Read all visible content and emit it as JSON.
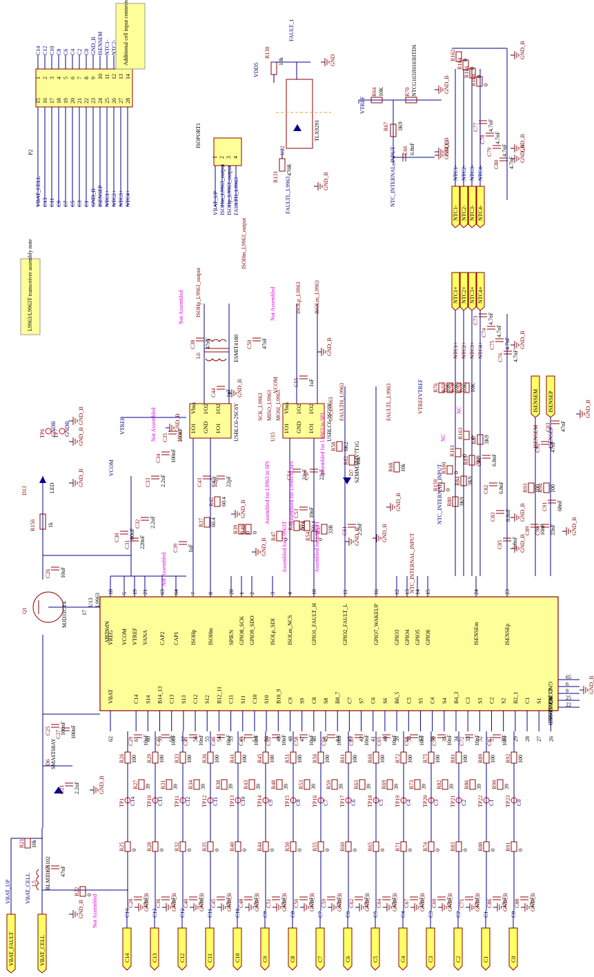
{
  "ic_u13": {
    "refdes": "U13",
    "part": "L9963",
    "left_pins": [
      {
        "num": "62",
        "name": "VBAT"
      },
      {
        "num": "61",
        "name": "C14"
      },
      {
        "num": "60",
        "name": "S14"
      },
      {
        "num": "59",
        "name": "B14_13"
      },
      {
        "num": "58",
        "name": "C13"
      },
      {
        "num": "57",
        "name": "S13"
      },
      {
        "num": "56",
        "name": "C12"
      },
      {
        "num": "55",
        "name": "S12"
      },
      {
        "num": "54",
        "name": "B12_11"
      },
      {
        "num": "53",
        "name": "C11"
      },
      {
        "num": "52",
        "name": "S11"
      },
      {
        "num": "51",
        "name": "C10"
      },
      {
        "num": "50",
        "name": "S10"
      },
      {
        "num": "49",
        "name": "B10_9"
      },
      {
        "num": "48",
        "name": "C9"
      },
      {
        "num": "47",
        "name": "S9"
      },
      {
        "num": "46",
        "name": "C8"
      },
      {
        "num": "45",
        "name": "S8"
      },
      {
        "num": "44",
        "name": "B8_7"
      },
      {
        "num": "43",
        "name": "C7"
      },
      {
        "num": "42",
        "name": "S7"
      },
      {
        "num": "41",
        "name": "C6"
      },
      {
        "num": "40",
        "name": "S6"
      },
      {
        "num": "39",
        "name": "B6_5"
      },
      {
        "num": "38",
        "name": "C5"
      },
      {
        "num": "37",
        "name": "S5"
      },
      {
        "num": "36",
        "name": "C4"
      },
      {
        "num": "35",
        "name": "S4"
      },
      {
        "num": "34",
        "name": "B4_3"
      },
      {
        "num": "33",
        "name": "C3"
      },
      {
        "num": "32",
        "name": "S3"
      },
      {
        "num": "31",
        "name": "C2"
      },
      {
        "num": "30",
        "name": "S2"
      },
      {
        "num": "29",
        "name": "B2_1"
      },
      {
        "num": "28",
        "name": "C1"
      },
      {
        "num": "27",
        "name": "S1"
      },
      {
        "num": "26",
        "name": "C0"
      }
    ],
    "right_pins": [
      {
        "num": "18",
        "name": "VREG"
      },
      {
        "num": "5",
        "name": "VCOM"
      },
      {
        "num": "19",
        "name": "VTREF"
      },
      {
        "num": "21",
        "name": "VANA"
      },
      {
        "num": "63",
        "name": "CAP2"
      },
      {
        "num": "64",
        "name": "CAP1"
      },
      {
        "num": "7",
        "name": "ISOHp"
      },
      {
        "num": "8",
        "name": "ISOHm"
      },
      {
        "num": "20",
        "name": "SPIEN"
      },
      {
        "num": "1",
        "name": "GPIO8_SCK"
      },
      {
        "num": "2",
        "name": "GPIO9_SDO"
      },
      {
        "num": "3",
        "name": "ISOLp_SDI"
      },
      {
        "num": "4",
        "name": "ISOLm_NCS"
      },
      {
        "num": "10",
        "name": "GPIO1_FAULT_H"
      },
      {
        "num": "11",
        "name": "GPIO2_FAULT_L"
      },
      {
        "num": "16",
        "name": "GPIO7_WAKEUP"
      },
      {
        "num": "12",
        "name": "GPIO3"
      },
      {
        "num": "13",
        "name": "GPIO4"
      },
      {
        "num": "14",
        "name": "GPIO5"
      },
      {
        "num": "15",
        "name": "GPIO6"
      },
      {
        "num": "24",
        "name": "ISENSEm"
      },
      {
        "num": "23",
        "name": "ISENSEp"
      }
    ],
    "bottom_pins": [
      {
        "num": "65",
        "name": "GND"
      },
      {
        "num": "6",
        "name": "CGND"
      },
      {
        "num": "9",
        "name": "DGND"
      },
      {
        "num": "25",
        "name": "GNDREF"
      },
      {
        "num": "22",
        "name": "AGND"
      }
    ],
    "top_pin": {
      "num": "17",
      "name": "NPNDRV"
    }
  },
  "connector_p2": {
    "refdes": "P2",
    "pins_left": [
      "15",
      "16",
      "17",
      "18",
      "19",
      "20",
      "21",
      "22",
      "23",
      "24",
      "25",
      "26",
      "27",
      "28"
    ],
    "pins_right": [
      "1",
      "2",
      "3",
      "4",
      "5",
      "6",
      "7",
      "8",
      "9",
      "10",
      "11",
      "12",
      "13",
      "14"
    ],
    "nets_top": [
      "C14",
      "C12",
      "C10",
      "C8",
      "C6",
      "C4",
      "C2",
      "C0",
      "GND_B",
      "ISENSEM",
      "NTC1-",
      "NTC2-",
      "NTC3-",
      "NTC4-"
    ],
    "nets_bottom": [
      "VBAT_CELL",
      "C13",
      "C11",
      "C9",
      "C7",
      "C5",
      "C3",
      "C1",
      "GND_B",
      "ISENSEP",
      "NTC1+",
      "NTC2+",
      "NTC3+",
      "NTC4+"
    ]
  },
  "connector_isoport1": {
    "refdes": "ISOPORT1",
    "pins": [
      "1",
      "2",
      "3",
      "4"
    ],
    "nets": [
      "VBAT_UP",
      "ISOHm_L9963_output",
      "ISOHp_L9963_output",
      "FAULTH_L9963"
    ]
  },
  "notes": [
    "Additional cell input connector for single board BMS demonstration like 48v BMS",
    "L9963/L9963T transceiver assembly note"
  ],
  "bottom_ports": [
    "C14",
    "C13",
    "C12",
    "C11",
    "C10",
    "C9",
    "C8",
    "C7",
    "C6",
    "C5",
    "C4",
    "C3",
    "C2",
    "C1",
    "C0"
  ],
  "left_ports": [
    "VBAT_FAULT",
    "VBAT_CELL"
  ],
  "net_vbat_up": "VBAT_UP",
  "net_vbat_cell": "VBAT_CELL",
  "transistor": {
    "refdes": "Q1",
    "part": "MJD31CT4"
  },
  "led": {
    "refdes": "D13",
    "part": "LED",
    "r_ref": "R156",
    "r_val": "1k"
  },
  "tvs": {
    "refdes": "D6",
    "part": "SMA6T68AY"
  },
  "inductor": {
    "refdes": "L5",
    "part": "BLM31KN102"
  },
  "front_parts": [
    {
      "ref": "R21",
      "val": "10k"
    },
    {
      "ref": "C21",
      "val": "2.2uF"
    },
    {
      "ref": "C27",
      "val": "100nF"
    },
    {
      "ref": "C25",
      "val": "100nF"
    },
    {
      "ref": "C26",
      "val": "10uF"
    },
    {
      "ref": "R22",
      "val": "0"
    },
    {
      "ref": "C155",
      "val": "47nF"
    },
    {
      "ref": "C30",
      "val": "100nF"
    },
    {
      "ref": "C31",
      "val": "220nF"
    },
    {
      "ref": "C32",
      "val": "2.2uF"
    },
    {
      "ref": "C33",
      "val": "2.2uF"
    },
    {
      "ref": "C34",
      "val": "100nF"
    },
    {
      "ref": "C35",
      "val": "100nF"
    },
    {
      "ref": "C39",
      "val": "1uF"
    }
  ],
  "testpoints": [
    {
      "ref": "TP6",
      "net": "GNDB"
    },
    {
      "ref": "TP7",
      "net": "GNDB"
    },
    {
      "ref": "TP1",
      "net": "C14"
    },
    {
      "ref": "TP10",
      "net": "C13"
    },
    {
      "ref": "TP11",
      "net": "C12"
    },
    {
      "ref": "TP12",
      "net": "C11"
    },
    {
      "ref": "TP13",
      "net": "C10"
    },
    {
      "ref": "TP14",
      "net": "C9"
    },
    {
      "ref": "TP15",
      "net": "C8"
    },
    {
      "ref": "TP16",
      "net": "C7"
    },
    {
      "ref": "TP17",
      "net": "C6"
    },
    {
      "ref": "TP18",
      "net": "C5"
    },
    {
      "ref": "TP19",
      "net": "C4"
    },
    {
      "ref": "TP20",
      "net": "C3"
    },
    {
      "ref": "TP21",
      "net": "C2"
    },
    {
      "ref": "TP22",
      "net": "C1"
    },
    {
      "ref": "TP23",
      "net": "C0"
    }
  ],
  "cell_filter": {
    "series_r": [
      "R26",
      "R29",
      "R33",
      "R36",
      "R41",
      "R45",
      "R51",
      "R56",
      "R61",
      "R66",
      "R72",
      "R75",
      "R81",
      "R89",
      "R92"
    ],
    "series_val": "100",
    "caps": [
      "C29",
      "C37",
      "C41",
      "C46",
      "C49",
      "C52",
      "C58",
      "C60",
      "C63",
      "C65",
      "C68",
      "C70",
      "C72",
      "C87"
    ],
    "cap_val": "10nF",
    "bal_r": [
      "R27",
      "R31",
      "R34",
      "R38",
      "R43",
      "R48",
      "R53",
      "R59",
      "R63",
      "R69",
      "R73",
      "R82",
      "R86",
      "R90"
    ],
    "bal_val": "39",
    "zero_r": [
      "R25",
      "R28",
      "R32",
      "R35",
      "R40",
      "R44",
      "R50",
      "R55",
      "R60",
      "R65",
      "R71",
      "R74",
      "R83",
      "R88",
      "R91"
    ],
    "zero_val": "0",
    "gnd_caps": [
      "C28",
      "C36",
      "C40",
      "C45",
      "C48",
      "C51",
      "C56",
      "C59",
      "C62",
      "C64",
      "C67",
      "C69",
      "C71",
      "C86",
      "C88"
    ],
    "gnd_cap_val": "47nF"
  },
  "iso_section": {
    "u14": {
      "ref": "U14",
      "part": "USBLC6-2SC6Y",
      "pins": [
        "I/O1",
        "GND",
        "I/O1",
        "Vbus",
        "I/O2",
        "I/O2"
      ]
    },
    "u15": {
      "ref": "U15",
      "part": "USBLC6-2SC6Y",
      "pins": [
        "I/O1",
        "GND",
        "I/O1",
        "Vbus",
        "I/O2",
        "I/O2"
      ]
    },
    "transformer": {
      "ref": "L6",
      "part": "ESMIT4180"
    },
    "caps": [
      {
        "ref": "C38",
        "val": "47nF"
      },
      {
        "ref": "C50",
        "val": "47nF"
      },
      {
        "ref": "C44",
        "val": "1uF"
      },
      {
        "ref": "C55",
        "val": "1uF"
      },
      {
        "ref": "C43",
        "val": "22pF"
      },
      {
        "ref": "C47",
        "val": "22pF"
      },
      {
        "ref": "C54",
        "val": "22pF"
      },
      {
        "ref": "C57",
        "val": "22pF"
      },
      {
        "ref": "C53",
        "val": "10nF"
      },
      {
        "ref": "C61",
        "val": "2.2nF"
      }
    ],
    "res": [
      {
        "ref": "R37",
        "val": "60.4"
      },
      {
        "ref": "R42",
        "val": "60.4"
      },
      {
        "ref": "R39",
        "val": "0"
      },
      {
        "ref": "R46",
        "val": "0"
      },
      {
        "ref": "R47",
        "val": "0"
      },
      {
        "ref": "R49",
        "val": "60.4"
      },
      {
        "ref": "R52",
        "val": "60.4"
      },
      {
        "ref": "R54",
        "val": "0"
      },
      {
        "ref": "R57",
        "val": "33R"
      },
      {
        "ref": "R58",
        "val": "6K2"
      },
      {
        "ref": "R62",
        "val": "18k"
      },
      {
        "ref": "R68",
        "val": "10k"
      }
    ],
    "zener": {
      "ref": "D7",
      "part": "SZMM3Z4V7T1G"
    },
    "nets": [
      "ISOHp_L9963_output",
      "ISOHm_L9963_output",
      "ISOLp_L9963",
      "ISOLm_L9963",
      "SCK_L9963",
      "MISO_L9963",
      "MOSI_L9963",
      "CS_L9963",
      "FAULTH_L9963",
      "FAULTL_L9963",
      "VCOM",
      "VTREF",
      "NTC_INTERNAL_INPUT"
    ],
    "assembly_labels": [
      "Not Assembled",
      "Assembled for L9963 in SPI",
      "Assembled for L9963T"
    ]
  },
  "opto": {
    "ref": "U22",
    "part": "TLX9291",
    "r1": {
      "ref": "R130",
      "val": "10k"
    },
    "r2": {
      "ref": "R131",
      "val": "470R"
    },
    "net_in": "VDD5",
    "net_out": "FAULT_1",
    "net_left": "FAULTL_L9963"
  },
  "ntc_internal": {
    "r64": {
      "ref": "R64",
      "val": "10K"
    },
    "r70": {
      "ref": "R70",
      "val": "NTCG163JH103HTDS"
    },
    "r67": {
      "ref": "R67",
      "val": "3K9"
    },
    "c66": {
      "ref": "C66",
      "val": "6.8nF"
    }
  },
  "ntc_ports_top": [
    "NTC1-",
    "NTC2-",
    "NTC3-",
    "NTC4-"
  ],
  "ntc_ports_mid": [
    "NTC1+",
    "NTC2+",
    "NTC3+",
    "NTC4+"
  ],
  "ntc_top_parts": [
    {
      "ref": "R162",
      "val": "0"
    },
    {
      "ref": "R164",
      "val": "0"
    },
    {
      "ref": "R166",
      "val": "0"
    },
    {
      "ref": "R168",
      "val": "0"
    },
    {
      "ref": "C77",
      "val": "4.7nF"
    },
    {
      "ref": "C78",
      "val": "4.7nF"
    },
    {
      "ref": "C79",
      "val": "4.7nF"
    },
    {
      "ref": "C80",
      "val": "4.7nF"
    }
  ],
  "ntc_mid_parts": [
    {
      "ref": "C73",
      "val": "4.7nF"
    },
    {
      "ref": "C74",
      "val": "4.7nF"
    },
    {
      "ref": "C75",
      "val": "4.7nF"
    },
    {
      "ref": "C76",
      "val": "4.7nF"
    },
    {
      "ref": "R76",
      "val": "10K"
    },
    {
      "ref": "R77",
      "val": "10K"
    },
    {
      "ref": "R78",
      "val": "10K"
    },
    {
      "ref": "R79",
      "val": "10K"
    }
  ],
  "ntc_low_parts": [
    {
      "ref": "R80",
      "val": "3K9"
    },
    {
      "ref": "R84",
      "val": "3K9"
    },
    {
      "ref": "R85",
      "val": "3K9"
    },
    {
      "ref": "R87",
      "val": "3K9"
    },
    {
      "ref": "C81",
      "val": "6.8nF"
    },
    {
      "ref": "C82",
      "val": "6.8nF"
    },
    {
      "ref": "C83",
      "val": "6.8nF"
    },
    {
      "ref": "C85",
      "val": "6.8nF"
    },
    {
      "ref": "R159",
      "val": "0"
    },
    {
      "ref": "R160",
      "val": "0"
    },
    {
      "ref": "R161",
      "val": "0"
    },
    {
      "ref": "R163",
      "val": "0"
    }
  ],
  "isense": {
    "ports": [
      "ISENSEM",
      "ISENSEP"
    ],
    "parts": [
      {
        "ref": "R93",
        "val": "100"
      },
      {
        "ref": "R94",
        "val": "100"
      },
      {
        "ref": "C89",
        "val": "10nF"
      },
      {
        "ref": "C90",
        "val": "33nF"
      },
      {
        "ref": "C91",
        "val": "68nF"
      },
      {
        "ref": "C92",
        "val": "47nF"
      },
      {
        "ref": "C93",
        "val": "47nF"
      }
    ]
  },
  "labels": {
    "gnd": "GND_B",
    "gnd_plain": "GND",
    "not_assembled": "Not Assembled",
    "nc": "NC"
  }
}
